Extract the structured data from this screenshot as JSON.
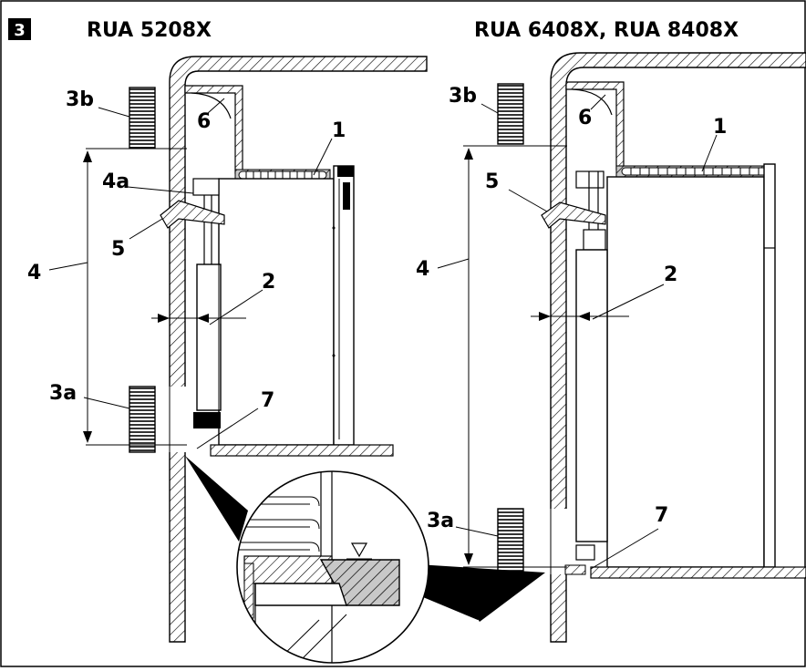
{
  "figure": {
    "number": "3",
    "left_title": "RUA 5208X",
    "right_title": "RUA 6408X, RUA 8408X"
  },
  "callouts": {
    "c1": "1",
    "c2": "2",
    "c3a": "3a",
    "c3b": "3b",
    "c4": "4",
    "c4a": "4a",
    "c5": "5",
    "c6": "6",
    "c7": "7"
  },
  "colors": {
    "line": "#000000",
    "background": "#ffffff",
    "insulation": "#c8c8c8"
  }
}
